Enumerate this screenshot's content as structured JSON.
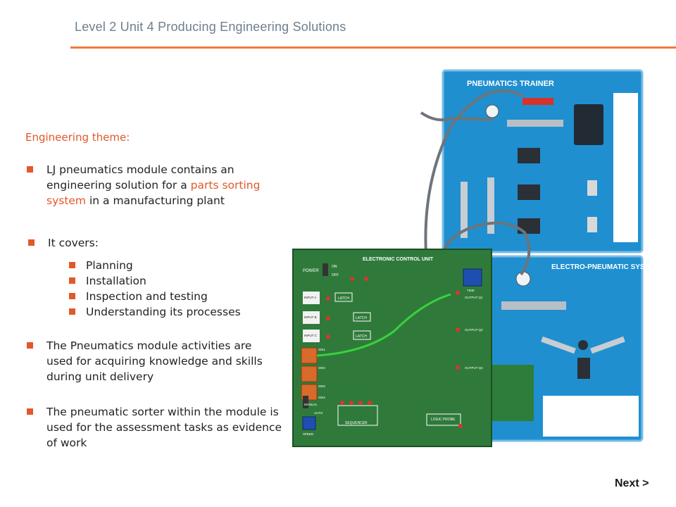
{
  "header": {
    "title": "Level 2 Unit 4 Producing Engineering Solutions"
  },
  "content": {
    "theme_heading": "Engineering theme:",
    "bullet1": {
      "prefix": "LJ pneumatics module contains an engineering solution for a ",
      "highlight": "parts sorting system",
      "suffix": " in a manufacturing plant"
    },
    "bullet2": "It covers:",
    "sub_items": [
      "Planning",
      "Installation",
      "Inspection and testing",
      "Understanding its processes"
    ],
    "bullet3": "The Pneumatics module activities are used for acquiring knowledge and skills during unit delivery",
    "bullet4": "The pneumatic sorter within the module is used for the assessment tasks as evidence of work"
  },
  "images": {
    "trainer1_title": "PNEUMATICS TRAINER",
    "trainer2_title": "ELECTRO-PNEUMATIC SYSTEM",
    "ecu_title": "ELECTRONIC CONTROL UNIT",
    "ecu_labels": {
      "power": "POWER",
      "on": "ON",
      "off": "OFF",
      "input_a": "INPUT A",
      "input_b": "INPUT B",
      "input_c": "INPUT C",
      "latch": "LATCH",
      "sw1": "SW1",
      "sw2": "SW2",
      "sw3": "SW3",
      "sw4": "SW4",
      "manual": "MANUAL",
      "auto": "AUTO",
      "speed": "SPEED",
      "sequencer": "SEQUENCER",
      "logic_probe": "LOGIC PROBE",
      "time": "TIME",
      "output_q1": "OUTPUT Q1",
      "output_q2": "OUTPUT Q2",
      "output_q3": "OUTPUT Q3"
    }
  },
  "nav": {
    "next_label": "Next >"
  },
  "colors": {
    "accent": "#e2582a",
    "rule": "#f07a3c",
    "panel_blue": "#1f8fd0",
    "ecu_green": "#2f7a3a"
  }
}
